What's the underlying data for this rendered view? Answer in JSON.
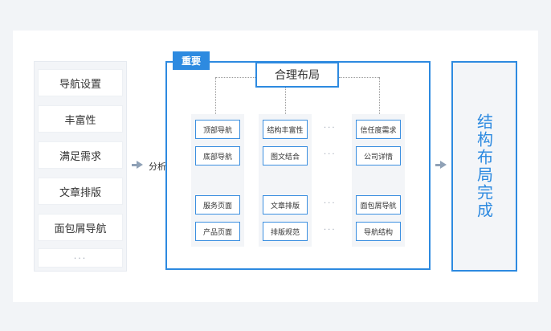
{
  "left_list": {
    "items": [
      "导航设置",
      "丰富性",
      "满足需求",
      "文章排版",
      "面包屑导航"
    ],
    "more": "···"
  },
  "diagnosis_label": "分析诊断",
  "main": {
    "tag": "重要",
    "title": "合理布局",
    "columns": [
      [
        "顶部导航",
        "底部导航",
        "服务页面",
        "产品页面"
      ],
      [
        "结构丰富性",
        "图文结合",
        "文章排版",
        "排版规范"
      ],
      [
        "信任度需求",
        "公司详情",
        "面包屑导航",
        "导航结构"
      ]
    ],
    "ellipsis": "···"
  },
  "result": {
    "text": "结构布局完成"
  },
  "colors": {
    "accent": "#2d8ae0",
    "panel": "#f3f5f8",
    "arrow": "#8fa1b6"
  }
}
